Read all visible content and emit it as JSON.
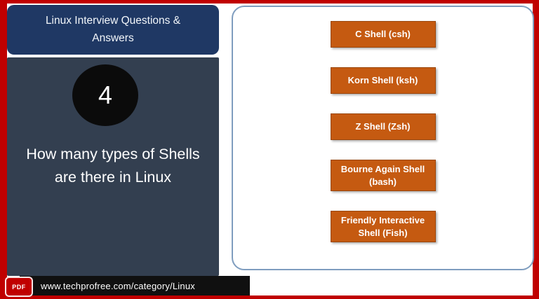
{
  "header": {
    "title": "Linux Interview Questions & Answers"
  },
  "question": {
    "number": "4",
    "text": "How many types of Shells are there in Linux"
  },
  "answers": [
    "C Shell (csh)",
    "Korn Shell (ksh)",
    "Z Shell (Zsh)",
    "Bourne Again Shell (bash)",
    "Friendly Interactive Shell (Fish)"
  ],
  "footer": {
    "url": "www.techprofree.com/category/Linux",
    "pdf_label": "PDF"
  },
  "colors": {
    "frame": "#c00000",
    "header_bg": "#1f3864",
    "panel_bg": "#333f50",
    "circle_bg": "#0b0b0b",
    "button_bg": "#c55a11",
    "answer_panel_border": "#7f9dbf",
    "footer_bg": "#101010"
  }
}
